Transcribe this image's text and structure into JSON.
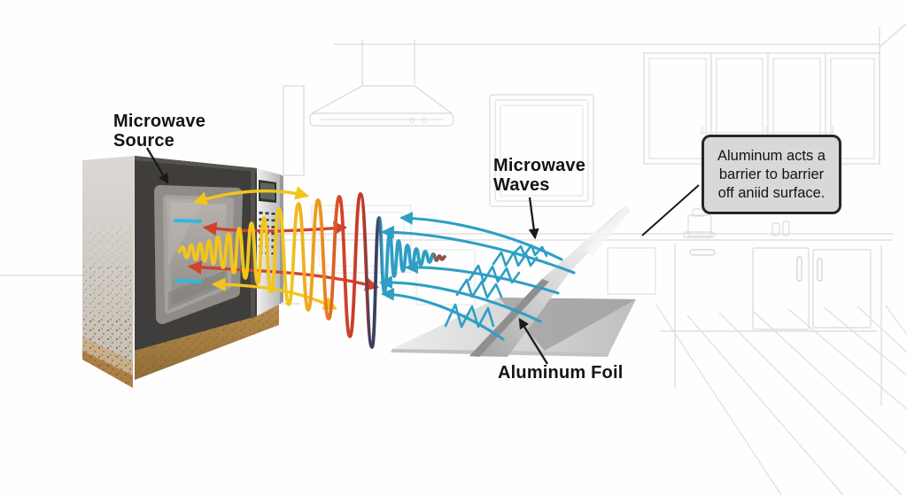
{
  "labels": {
    "microwave_source": {
      "line1": "Microwave",
      "line2": "Source"
    },
    "microwave_waves": {
      "line1": "Microwave",
      "line2": "Waves"
    },
    "aluminum_foil": {
      "text": "Aluminum Foil"
    }
  },
  "callout": {
    "line1": "Aluminum acts a",
    "line2": "barrier to barrier",
    "line3": "off aniid surface."
  },
  "colors": {
    "source_wave_yellow": "#F2C51D",
    "energy_wave_red": "#D2422A",
    "reflected_wave_blue": "#2E9FC4",
    "wave_trough_navy": "#3A3F5E",
    "magnetron_cyan": "#2FB7E0",
    "foil_silver": "#C9C9C9",
    "oven_body_dark": "#403E3C",
    "oven_base_brown": "#A97C45",
    "callout_fill": "#D8D8D8",
    "label_text": "#141414",
    "kitchen_sketch_line": "#D9D9D9"
  }
}
